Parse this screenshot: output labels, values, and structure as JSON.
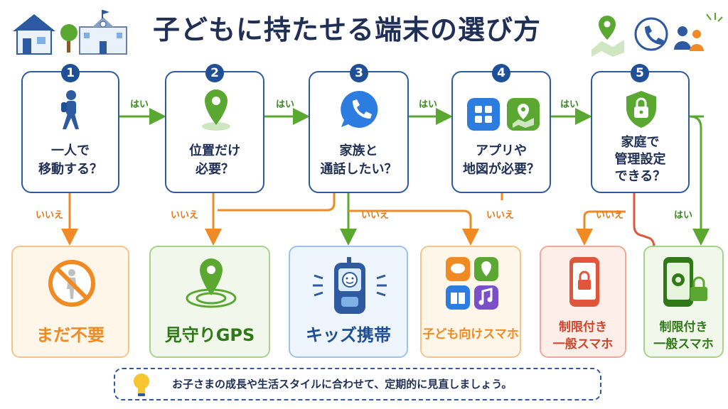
{
  "title": "子どもに持たせる端末の選び方",
  "questions": [
    {
      "num": "1",
      "line1": "一人で",
      "line2": "移動する？",
      "line3": ""
    },
    {
      "num": "2",
      "line1": "位置だけ",
      "line2": "必要？",
      "line3": ""
    },
    {
      "num": "3",
      "line1": "家族と",
      "line2": "通話したい？",
      "line3": ""
    },
    {
      "num": "4",
      "line1": "アプリや",
      "line2": "地図が必要？",
      "line3": ""
    },
    {
      "num": "5",
      "line1": "家庭で",
      "line2": "管理設定",
      "line3": "できる？"
    }
  ],
  "labels": {
    "yes": "はい",
    "no": "いいえ"
  },
  "results": [
    {
      "line1": "まだ不要",
      "line2": ""
    },
    {
      "line1": "見守りGPS",
      "line2": ""
    },
    {
      "line1": "キッズ携帯",
      "line2": ""
    },
    {
      "line1": "子ども向けスマホ",
      "line2": ""
    },
    {
      "line1": "制限付き",
      "line2": "一般スマホ"
    },
    {
      "line1": "制限付き",
      "line2": "一般スマホ"
    }
  ],
  "tip": "お子さまの成長や生活スタイルに合わせて、定期的に見直しましょう。",
  "icons": [
    "house-icon",
    "tree-icon",
    "school-icon",
    "map-pin-icon",
    "phone-icon",
    "family-icon",
    "walking-child-icon",
    "location-pin-icon",
    "phone-bubble-icon",
    "apps-grid-icon",
    "map-icon",
    "shield-lock-icon",
    "no-entry-icon",
    "gps-tracker-icon",
    "kids-phone-icon",
    "kids-apps-icon",
    "locked-phone-icon",
    "settings-phone-icon",
    "lightbulb-icon"
  ],
  "colors": {
    "navy": "#1f2f55",
    "blue": "#2d5aa0",
    "green": "#5aa832",
    "orange": "#f08a24",
    "red": "#e0563a"
  }
}
